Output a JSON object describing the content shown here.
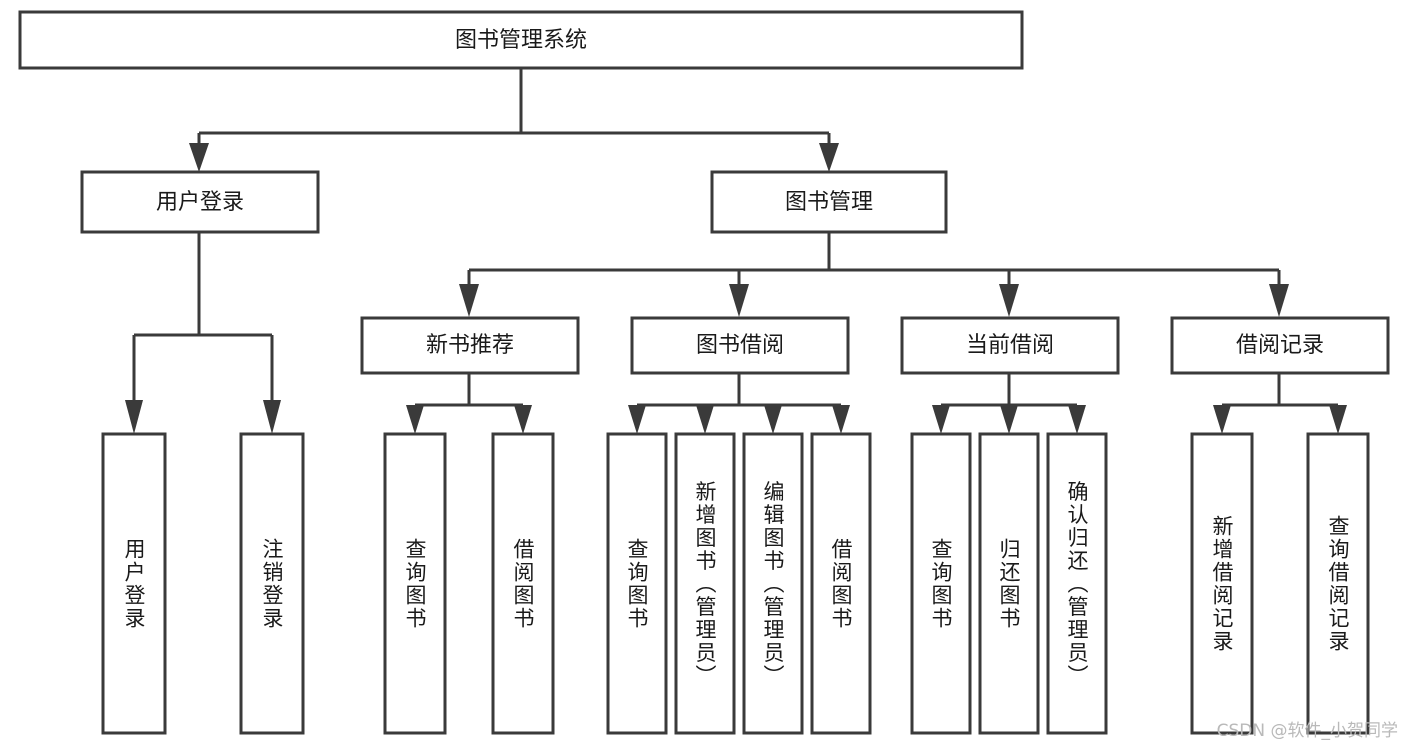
{
  "diagram": {
    "title": "图书管理系统",
    "type": "tree",
    "root": {
      "id": "root",
      "label": "图书管理系统"
    },
    "level1": [
      {
        "id": "user-login",
        "label": "用户登录"
      },
      {
        "id": "book-management",
        "label": "图书管理"
      }
    ],
    "level2": [
      {
        "id": "new-book-recommend",
        "label": "新书推荐",
        "parent": "book-management"
      },
      {
        "id": "book-borrow",
        "label": "图书借阅",
        "parent": "book-management"
      },
      {
        "id": "current-borrow",
        "label": "当前借阅",
        "parent": "book-management"
      },
      {
        "id": "borrow-record",
        "label": "借阅记录",
        "parent": "book-management"
      }
    ],
    "leaves": [
      {
        "id": "leaf-user-login",
        "label": "用户登录",
        "parent": "user-login"
      },
      {
        "id": "leaf-user-logout",
        "label": "注销登录",
        "parent": "user-login"
      },
      {
        "id": "leaf-query-book-1",
        "label": "查询图书",
        "parent": "new-book-recommend"
      },
      {
        "id": "leaf-borrow-book-1",
        "label": "借阅图书",
        "parent": "new-book-recommend"
      },
      {
        "id": "leaf-query-book-2",
        "label": "查询图书",
        "parent": "book-borrow"
      },
      {
        "id": "leaf-add-book",
        "label": "新增图书（管理员）",
        "parent": "book-borrow"
      },
      {
        "id": "leaf-edit-book",
        "label": "编辑图书（管理员）",
        "parent": "book-borrow"
      },
      {
        "id": "leaf-borrow-book-2",
        "label": "借阅图书",
        "parent": "book-borrow"
      },
      {
        "id": "leaf-query-book-3",
        "label": "查询图书",
        "parent": "current-borrow"
      },
      {
        "id": "leaf-return-book",
        "label": "归还图书",
        "parent": "current-borrow"
      },
      {
        "id": "leaf-confirm-return",
        "label": "确认归还（管理员）",
        "parent": "current-borrow"
      },
      {
        "id": "leaf-add-record",
        "label": "新增借阅记录",
        "parent": "borrow-record"
      },
      {
        "id": "leaf-query-record",
        "label": "查询借阅记录",
        "parent": "borrow-record"
      }
    ],
    "colors": {
      "box_stroke": "#3a3a3a",
      "box_fill": "#ffffff",
      "text": "#1a1a1a",
      "background": "#ffffff",
      "watermark": "#b9b9b9"
    }
  },
  "watermark": {
    "text": "CSDN @软件_小贺同学"
  }
}
